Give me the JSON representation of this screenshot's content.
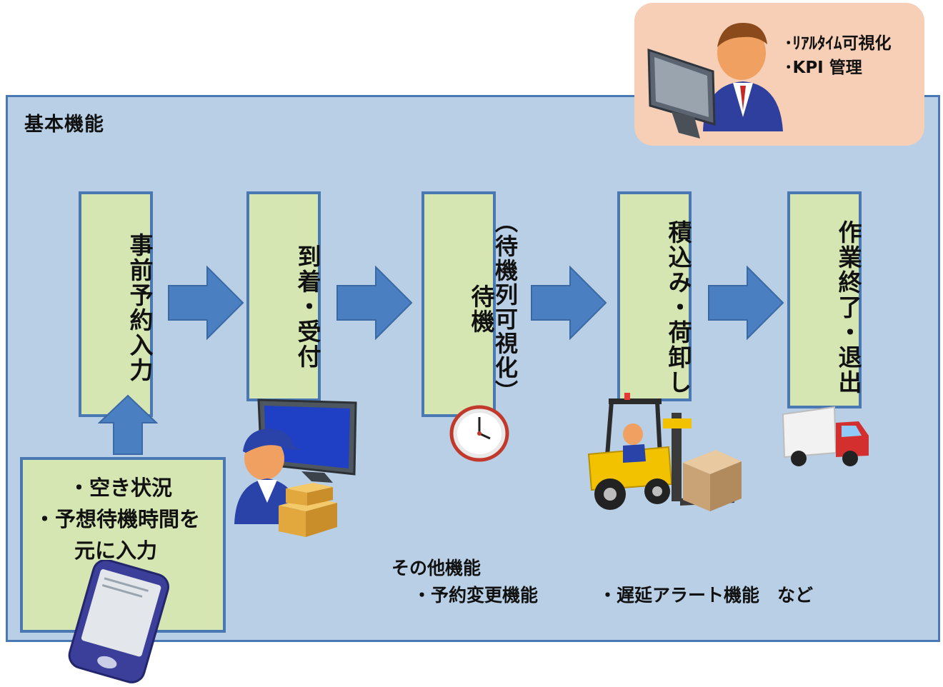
{
  "panel": {
    "title": "基本機能"
  },
  "monitor": {
    "lines": [
      "･ﾘｱﾙﾀｲﾑ可視化",
      "･KPI 管理"
    ]
  },
  "steps": [
    {
      "label": "事前予約入力"
    },
    {
      "label": "到着・受付"
    },
    {
      "label_a": "（待機列可視化）",
      "label_b": "待機"
    },
    {
      "label": "積込み・荷卸し"
    },
    {
      "label": "作業終了・退出"
    }
  ],
  "note": {
    "lines": [
      "・空き状況",
      "・予想待機時間を",
      "元に入力"
    ]
  },
  "other": {
    "heading": "その他機能",
    "items": [
      "・予約変更機能",
      "・遅延アラート機能　など"
    ]
  },
  "colors": {
    "panel_bg": "#b8cfe5",
    "panel_border": "#4a78b3",
    "step_bg": "#d5e6b2",
    "arrow": "#4a7fc1",
    "kpi_bg": "#f6cfb6"
  },
  "icons": [
    "user-monitor-icon",
    "worker-computer-icon",
    "boxes-icon",
    "clock-icon",
    "forklift-icon",
    "truck-icon",
    "smartphone-icon"
  ]
}
